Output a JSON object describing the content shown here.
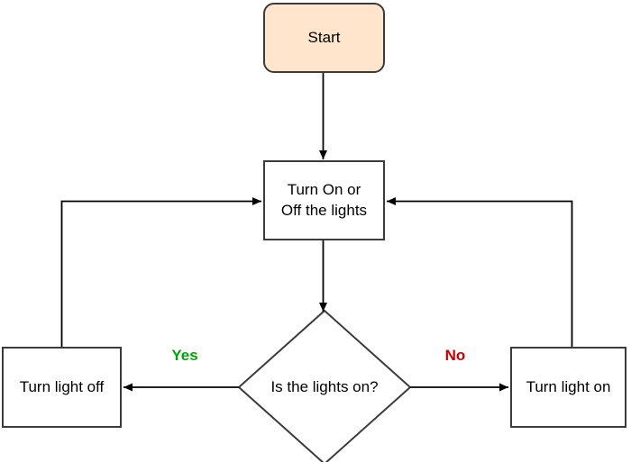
{
  "diagram": {
    "type": "flowchart",
    "nodes": {
      "start": {
        "label": "Start",
        "shape": "rounded-rectangle"
      },
      "toggle": {
        "label": "Turn On or Off the lights",
        "label_lines": [
          "Turn On or",
          "Off the lights"
        ],
        "shape": "rectangle"
      },
      "decision": {
        "label": "Is the lights on?",
        "shape": "diamond"
      },
      "turn_off": {
        "label": "Turn light off",
        "shape": "rectangle"
      },
      "turn_on": {
        "label": "Turn light on",
        "shape": "rectangle"
      }
    },
    "edges": {
      "start_to_toggle": {
        "from": "start",
        "to": "toggle",
        "label": ""
      },
      "toggle_to_decision": {
        "from": "toggle",
        "to": "decision",
        "label": ""
      },
      "decision_to_turn_off": {
        "from": "decision",
        "to": "turn_off",
        "label": "Yes"
      },
      "decision_to_turn_on": {
        "from": "decision",
        "to": "turn_on",
        "label": "No"
      },
      "turn_off_to_toggle": {
        "from": "turn_off",
        "to": "toggle",
        "label": ""
      },
      "turn_on_to_toggle": {
        "from": "turn_on",
        "to": "toggle",
        "label": ""
      }
    },
    "colors": {
      "background": "#FFFFFF",
      "start_fill": "#FFE5CC",
      "node_fill": "#FFFFFF",
      "shape_stroke": "#3B3B3B",
      "arrow_color": "#000000",
      "yes_label_color": "#00A30A",
      "no_label_color": "#CC0000",
      "text_color": "#000000"
    }
  }
}
